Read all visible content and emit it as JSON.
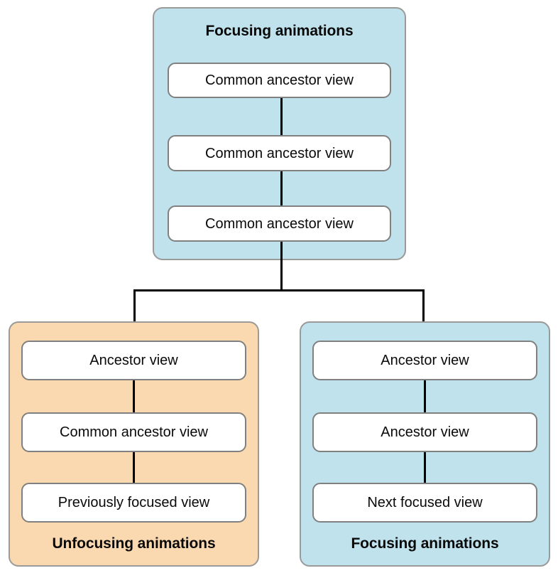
{
  "diagram": {
    "type": "flow-hierarchy",
    "colors": {
      "group_blue_fill": "#bfe2ec",
      "group_orange_fill": "#fbd9b0",
      "group_border": "#9a9a9a",
      "node_fill": "#ffffff",
      "node_border": "#808080",
      "connector": "#000000",
      "text": "#0a0a0a",
      "background": "#ffffff"
    },
    "groups": {
      "top": {
        "title": "Focusing animations",
        "fill": "blue",
        "title_position": "top",
        "nodes": [
          {
            "label": "Common ancestor view"
          },
          {
            "label": "Common ancestor view"
          },
          {
            "label": "Common ancestor view"
          }
        ]
      },
      "bottom_left": {
        "title": "Unfocusing animations",
        "fill": "orange",
        "title_position": "bottom",
        "nodes": [
          {
            "label": "Ancestor view"
          },
          {
            "label": "Common ancestor view"
          },
          {
            "label": "Previously focused view"
          }
        ]
      },
      "bottom_right": {
        "title": "Focusing animations",
        "fill": "blue",
        "title_position": "bottom",
        "nodes": [
          {
            "label": "Ancestor view"
          },
          {
            "label": "Ancestor view"
          },
          {
            "label": "Next focused view"
          }
        ]
      }
    },
    "connections": [
      {
        "from": "top.node.0",
        "to": "top.node.1",
        "style": "vertical-line"
      },
      {
        "from": "top.node.1",
        "to": "top.node.2",
        "style": "vertical-line"
      },
      {
        "from": "top.group",
        "to": "bottom_left.node.0",
        "style": "split-branch"
      },
      {
        "from": "top.group",
        "to": "bottom_right.node.0",
        "style": "split-branch"
      },
      {
        "from": "bottom_left.node.0",
        "to": "bottom_left.node.1",
        "style": "vertical-line"
      },
      {
        "from": "bottom_left.node.1",
        "to": "bottom_left.node.2",
        "style": "vertical-line"
      },
      {
        "from": "bottom_right.node.0",
        "to": "bottom_right.node.1",
        "style": "vertical-line"
      },
      {
        "from": "bottom_right.node.1",
        "to": "bottom_right.node.2",
        "style": "vertical-line"
      }
    ]
  }
}
